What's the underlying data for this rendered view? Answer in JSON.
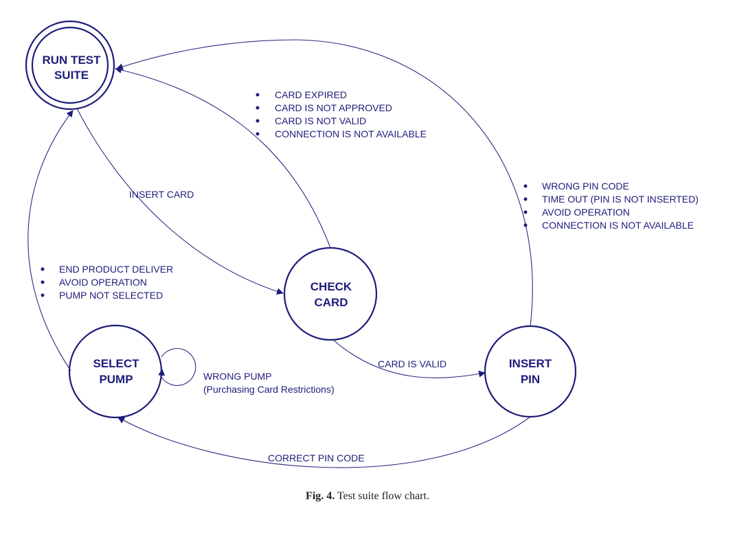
{
  "colors": {
    "ink": "#1c1c7a"
  },
  "states": {
    "run_test_suite": [
      "RUN TEST",
      "SUITE"
    ],
    "check_card": [
      "CHECK",
      "CARD"
    ],
    "insert_pin": [
      "INSERT",
      "PIN"
    ],
    "select_pump": [
      "SELECT",
      "PUMP"
    ]
  },
  "edges": {
    "insert_card": "INSERT CARD",
    "card_is_valid": "CARD IS VALID",
    "correct_pin_code": "CORRECT PIN CODE",
    "wrong_pump": [
      "WRONG PUMP",
      "(Purchasing Card Restrictions)"
    ]
  },
  "conditions": {
    "check_card_fail": [
      "CARD EXPIRED",
      "CARD IS NOT APPROVED",
      "CARD IS NOT VALID",
      "CONNECTION IS NOT AVAILABLE"
    ],
    "insert_pin_fail": [
      "WRONG PIN CODE",
      "TIME OUT (PIN IS NOT INSERTED)",
      "AVOID OPERATION",
      "CONNECTION IS NOT AVAILABLE"
    ],
    "select_pump_end": [
      "END PRODUCT DELIVER",
      "AVOID OPERATION",
      "PUMP NOT SELECTED"
    ]
  },
  "caption": {
    "label": "Fig. 4.",
    "text": "Test suite flow chart."
  }
}
